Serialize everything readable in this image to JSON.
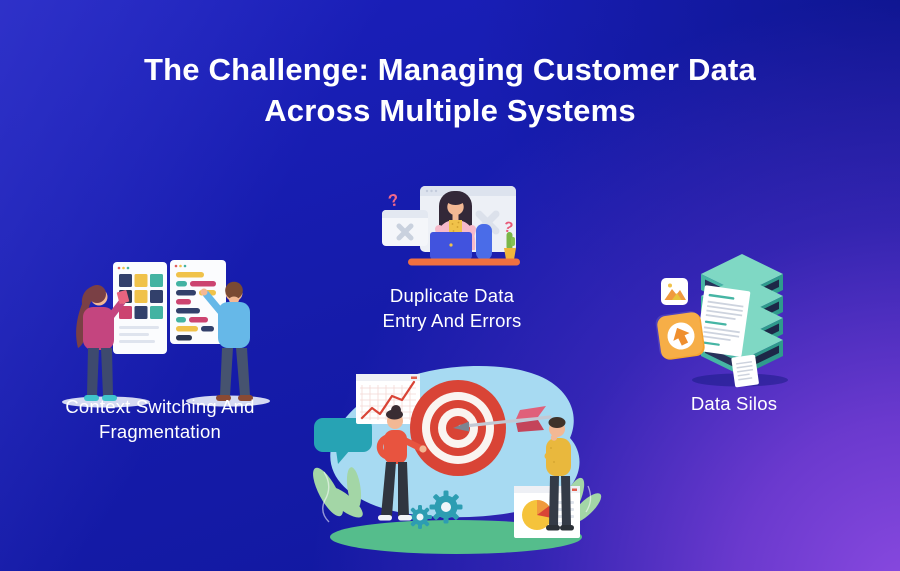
{
  "title": {
    "line1": "The Challenge: Managing Customer Data",
    "line2": "Across Multiple Systems"
  },
  "sections": {
    "context": {
      "line1": "Context Switching And",
      "line2": "Fragmentation"
    },
    "duplicate": {
      "line1": "Duplicate Data",
      "line2": "Entry And Errors"
    },
    "silos": {
      "line1": "Data Silos"
    }
  },
  "glyphs": {
    "question_mark_left": "?",
    "question_mark_right": "?"
  },
  "colors": {
    "background_blue": "#161cb0",
    "accent_purple": "#8a4ae0",
    "text_white": "#ffffff",
    "target_red": "#d94436",
    "teal": "#43b3a2",
    "yellow": "#f0c24a",
    "crimson": "#cc4470",
    "navy": "#32406b",
    "orange_desk": "#f07040",
    "mustard": "#e9b83d",
    "scene_blob_blue": "#a7daf2",
    "scene_ground_green": "#55bd8c"
  }
}
